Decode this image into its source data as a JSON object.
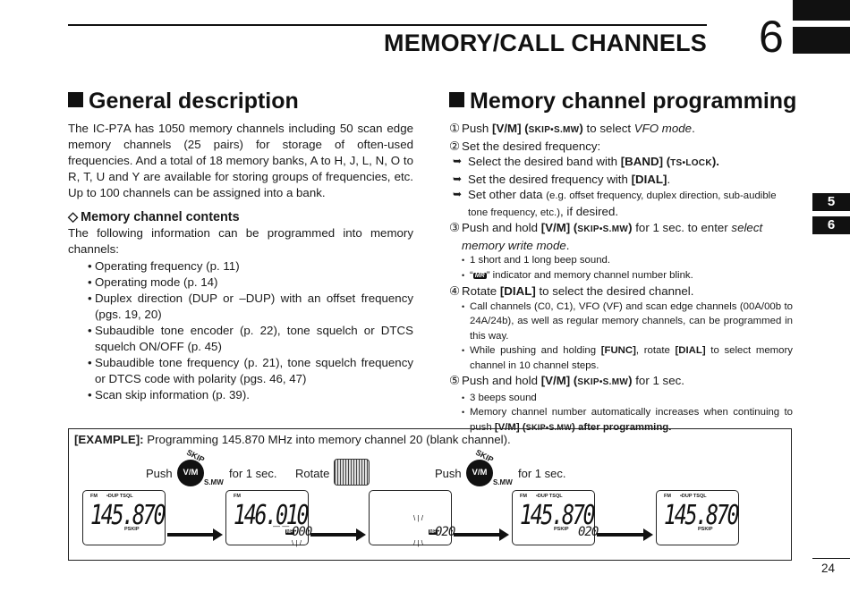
{
  "header": {
    "title": "MEMORY/CALL CHANNELS",
    "chapter": "6"
  },
  "side_tabs": [
    "5",
    "6"
  ],
  "general": {
    "heading": "General description",
    "intro": "The IC-P7A has 1050 memory channels including 50 scan edge memory channels (25 pairs) for storage of often-used frequencies. And a total of 18 memory banks, A to H, J, L, N, O to R, T, U and Y are available for storing groups of frequencies, etc. Up to 100 channels can be assigned into a bank.",
    "contents_heading": "Memory channel contents",
    "contents_intro": "The following information can be programmed into memory channels:",
    "contents_items": [
      "Operating frequency (p. 11)",
      "Operating mode (p. 14)",
      "Duplex direction (DUP or –DUP) with an offset frequency (pgs. 19, 20)",
      "Subaudible tone encoder (p. 22), tone squelch or DTCS squelch ON/OFF (p. 45)",
      "Subaudible tone frequency (p. 21), tone squelch frequency or DTCS code with polarity (pgs. 46, 47)",
      "Scan skip information (p. 39)."
    ]
  },
  "programming": {
    "heading": "Memory channel programming",
    "step1": {
      "num": "①",
      "pre": "Push ",
      "key": "[V/M] (",
      "sc": "SKIP•S.MW",
      "post_key": ")",
      "text": " to select ",
      "em": "VFO mode",
      "end": "."
    },
    "step2": {
      "num": "②",
      "text": "Set the desired frequency:"
    },
    "step2_items": {
      "a_pre": "Select the desired band with ",
      "a_key": "[BAND] (",
      "a_sc": "TS•LOCK",
      "a_end": ").",
      "b_pre": "Set the desired frequency with ",
      "b_key": "[DIAL]",
      "b_end": ".",
      "c_pre": "Set other data ",
      "c_small": "(e.g. offset frequency, duplex direction, sub-audible tone frequency, etc.)",
      "c_end": ", if desired."
    },
    "arrow_glyph": "➥",
    "step3": {
      "num": "③",
      "pre": "Push and hold ",
      "key": "[V/M] (",
      "sc": "SKIP•S.MW",
      "post_key": ")",
      "text": " for 1 sec. to enter ",
      "em": "select memory write mode",
      "end": "."
    },
    "step3_items": {
      "a": "1 short and 1 long beep sound.",
      "b_pre": "“",
      "b_icon": "MR",
      "b_post": "” indicator and memory channel number blink."
    },
    "step4": {
      "num": "④",
      "pre": "Rotate ",
      "key": "[DIAL]",
      "text": " to select the desired channel."
    },
    "step4_items": {
      "a": "Call channels (C0, C1), VFO (VF) and scan edge channels (00A/00b to 24A/24b), as well as regular memory channels, can be programmed in this way.",
      "b_pre": "While pushing and holding ",
      "b_key1": "[FUNC]",
      "b_mid": ", rotate ",
      "b_key2": "[DIAL]",
      "b_end": " to select memory channel in 10 channel steps."
    },
    "step5": {
      "num": "⑤",
      "pre": "Push and hold ",
      "key": "[V/M] (",
      "sc": "SKIP•S.MW",
      "post_key": ")",
      "text": " for 1 sec."
    },
    "step5_items": {
      "a": "3 beeps sound",
      "b_pre": "Memory channel number automatically increases when continuing to push ",
      "b_key": "[V/M] (",
      "b_sc": "SKIP•S.MW",
      "b_end": ") after programming."
    }
  },
  "example": {
    "label": "[EXAMPLE]:",
    "text": " Programming 145.870 MHz into memory channel 20 (blank channel).",
    "push1": "Push",
    "for1": "for 1 sec.",
    "rotate": "Rotate",
    "push2": "Push",
    "for2": "for 1 sec.",
    "button_label": "V/M",
    "skip_label": "SKIP",
    "smw_label": "S.MW",
    "displays": [
      {
        "ind_fm": "FM",
        "ind_dup": "•DUP TSQL",
        "freq": "145.870",
        "pskip": "PSKIP"
      },
      {
        "ind_fm": "FM",
        "freq": "146.010",
        "mr": "MR",
        "ch": "000"
      },
      {
        "mr": "MR",
        "ch": "020"
      },
      {
        "ind_fm": "FM",
        "ind_dup": "•DUP TSQL",
        "freq": "145.870",
        "pskip": "PSKIP",
        "ch": "020"
      },
      {
        "ind_fm": "FM",
        "ind_dup": "•DUP TSQL",
        "freq": "145.870",
        "pskip": "PSKIP"
      }
    ]
  },
  "page_number": "24"
}
